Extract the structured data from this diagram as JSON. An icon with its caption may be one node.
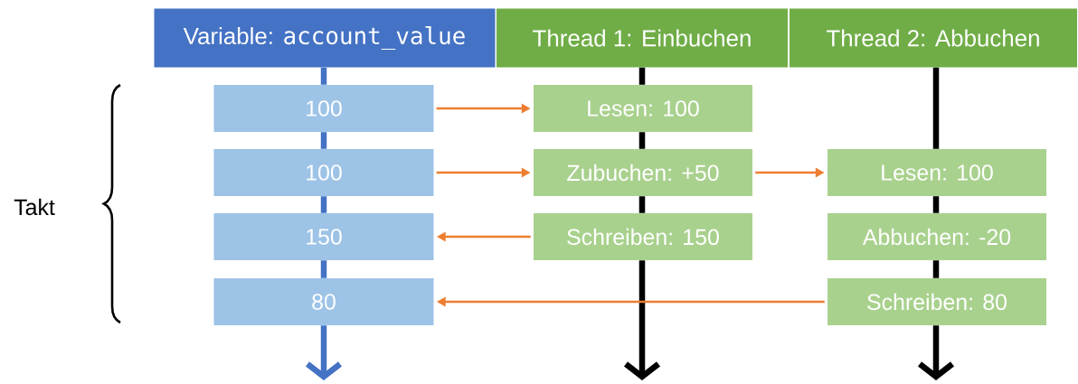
{
  "diagram": {
    "nodes": [
      {
        "text": [
          "Variable:",
          "account_value"
        ]
      },
      {
        "text": [
          "Thread 1: Einbuchen"
        ]
      },
      {
        "text": [
          "Thread 2: Abbuchen"
        ]
      },
      {
        "text": [
          "100"
        ]
      },
      {
        "text": [
          "Lesen: 100"
        ]
      },
      {
        "text": [
          "100"
        ]
      },
      {
        "text": [
          "Zubuchen: +50"
        ]
      },
      {
        "text": [
          "Lesen: 100"
        ]
      },
      {
        "text": [
          "150"
        ]
      },
      {
        "text": [
          "Schreiben: 150"
        ]
      },
      {
        "text": [
          "Abbuchen: -20"
        ]
      },
      {
        "text": [
          "80"
        ]
      },
      {
        "text": [
          "Schreiben: 80"
        ]
      }
    ],
    "edges": [
      {
        "from": 0,
        "to": null,
        "arrow": "to",
        "style": "thick",
        "color": "#4472c4"
      },
      {
        "from": 1,
        "to": null,
        "arrow": "to",
        "style": "thick",
        "color": "#000000"
      },
      {
        "from": 2,
        "to": null,
        "arrow": "to",
        "style": "thick",
        "color": "#000000"
      },
      {
        "from": 3,
        "to": 4,
        "arrow": "to"
      },
      {
        "from": 5,
        "to": 6,
        "arrow": "to"
      },
      {
        "from": 6,
        "to": 7,
        "arrow": "to"
      },
      {
        "from": 9,
        "to": 8,
        "arrow": "to"
      },
      {
        "from": 12,
        "to": 11,
        "arrow": "to"
      }
    ],
    "labels": [
      "Takt"
    ]
  }
}
